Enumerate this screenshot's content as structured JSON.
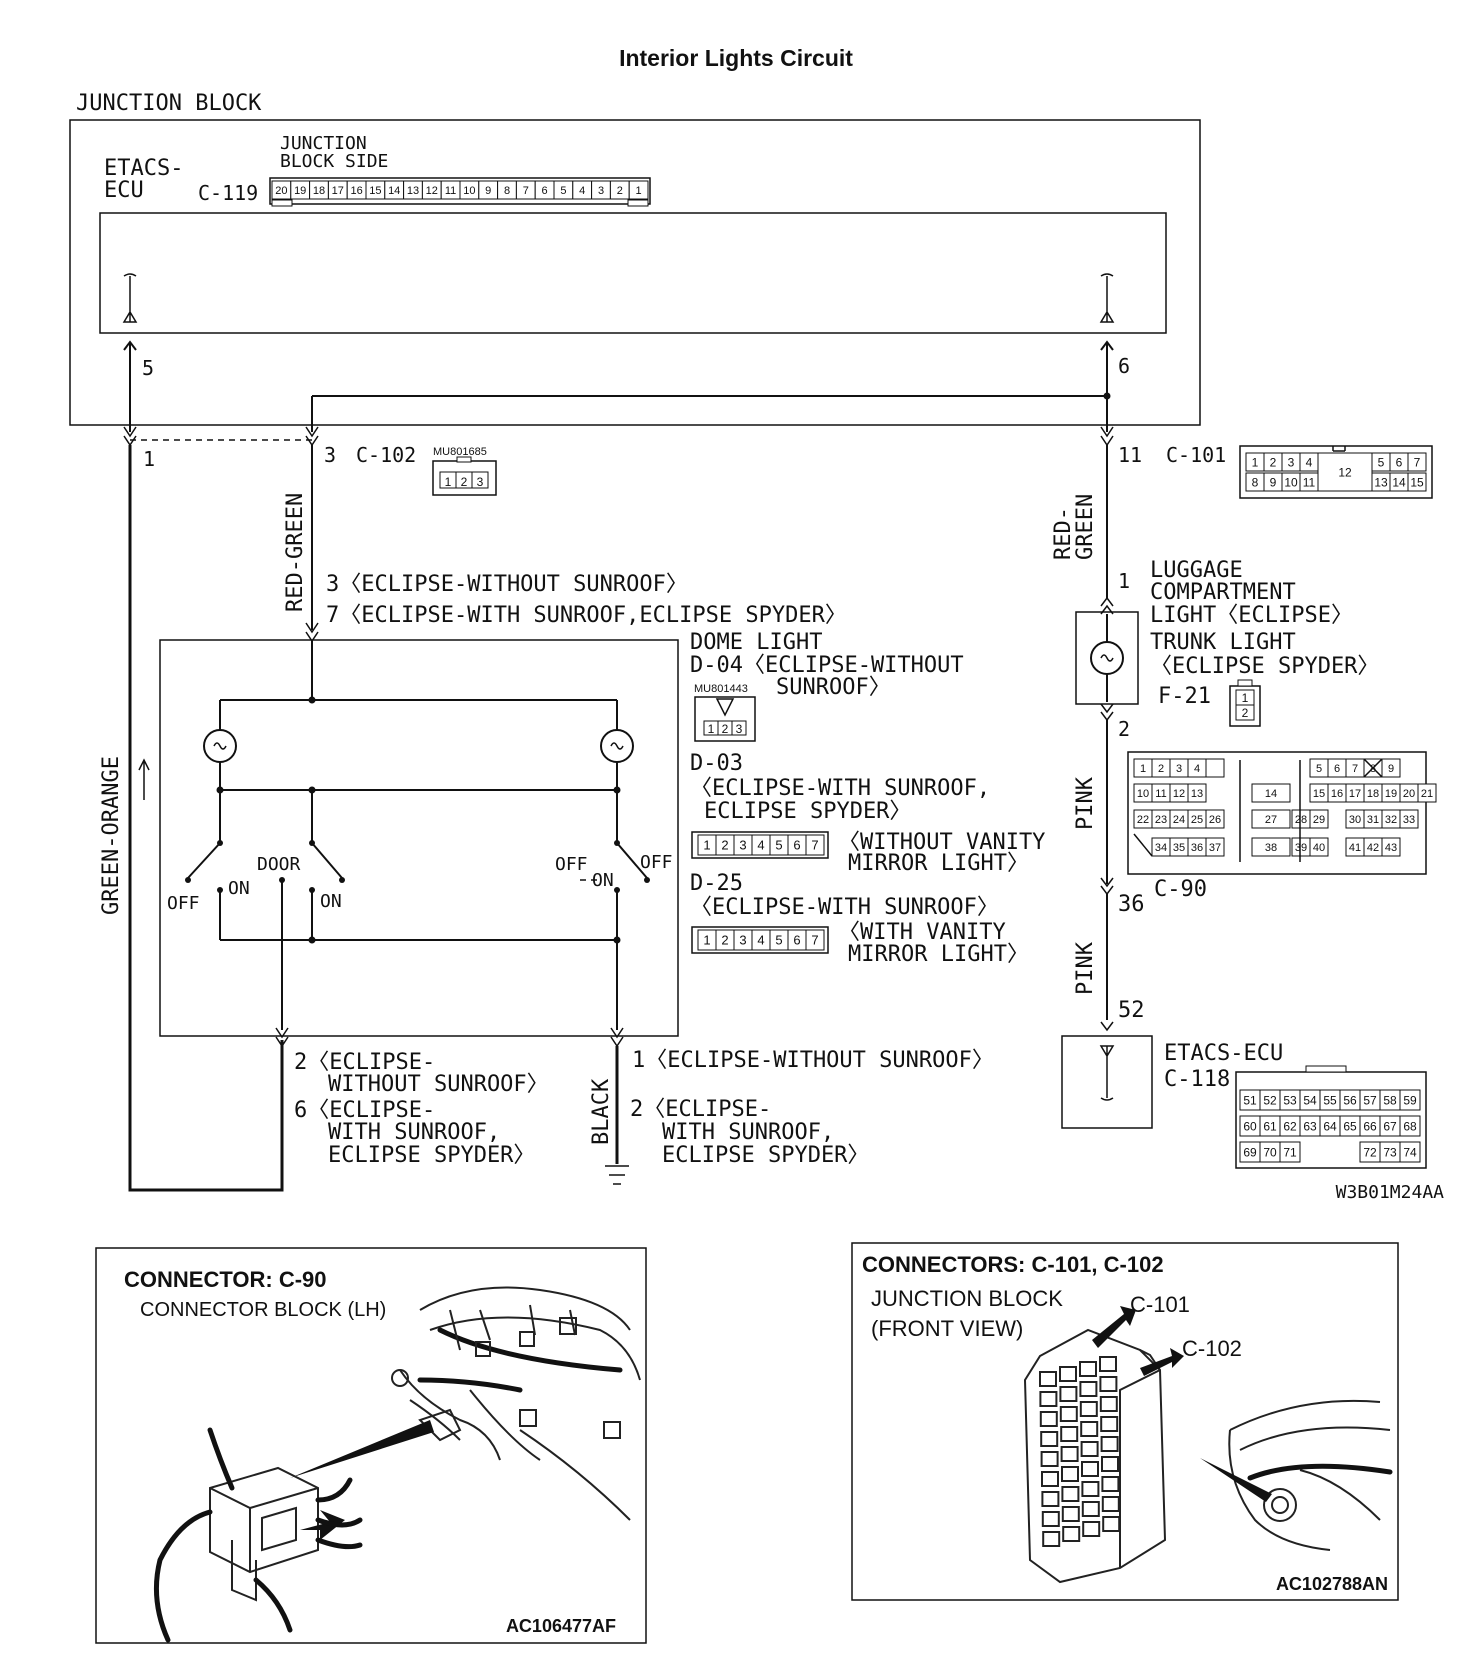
{
  "title": "Interior Lights Circuit",
  "junction_block": {
    "label": "JUNCTION BLOCK",
    "side_label_1": "JUNCTION",
    "side_label_2": "BLOCK SIDE",
    "ecu_label_1": "ETACS-",
    "ecu_label_2": "ECU",
    "connector": "C-119",
    "pins": [
      "20",
      "19",
      "18",
      "17",
      "16",
      "15",
      "14",
      "13",
      "12",
      "11",
      "10",
      "9",
      "8",
      "7",
      "6",
      "5",
      "4",
      "3",
      "2",
      "1"
    ],
    "terminal_left": "5",
    "terminal_right": "6"
  },
  "c102": {
    "connector": "C-102",
    "pin_3": "3",
    "pin_1": "1",
    "part": "MU801685",
    "pins": [
      "1",
      "2",
      "3"
    ]
  },
  "c101": {
    "connector": "C-101",
    "pin": "11",
    "pins_top": [
      "1",
      "2",
      "3",
      "4",
      "5",
      "6",
      "7"
    ],
    "pins_bottom": [
      "8",
      "9",
      "10",
      "11",
      "13",
      "14",
      "15"
    ],
    "pin_center": "12"
  },
  "wires": {
    "red_green_left": "RED-GREEN",
    "red_green_right_1": "RED-",
    "red_green_right_2": "GREEN",
    "green_orange": "GREEN-ORANGE",
    "pink_upper": "PINK",
    "pink_lower": "PINK",
    "black": "BLACK"
  },
  "dome_light": {
    "input_note_1": "3〈ECLIPSE-WITHOUT SUNROOF〉",
    "input_note_2": "7〈ECLIPSE-WITH SUNROOF,ECLIPSE SPYDER〉",
    "title": "DOME LIGHT",
    "d04_1": "D-04〈ECLIPSE-WITHOUT",
    "d04_2": "SUNROOF〉",
    "d04_part": "MU801443",
    "d04_pins": [
      "1",
      "2",
      "3"
    ],
    "d03_1": "D-03",
    "d03_2": "〈ECLIPSE-WITH SUNROOF,",
    "d03_3": "ECLIPSE SPYDER〉",
    "d03_pins": [
      "1",
      "2",
      "3",
      "4",
      "5",
      "6",
      "7"
    ],
    "d03_note_1": "〈WITHOUT VANITY",
    "d03_note_2": "MIRROR LIGHT〉",
    "d25_1": "D-25",
    "d25_2": "〈ECLIPSE-WITH SUNROOF〉",
    "d25_pins": [
      "1",
      "2",
      "3",
      "4",
      "5",
      "6",
      "7"
    ],
    "d25_note_1": "〈WITH VANITY",
    "d25_note_2": "MIRROR LIGHT〉",
    "sw_left_off": "OFF",
    "sw_left_on": "ON",
    "sw_door": "DOOR",
    "sw_mid_on": "ON",
    "sw_right_off_l": "OFF",
    "sw_right_on": "ON",
    "sw_right_off_r": "OFF",
    "out_2_1": "2〈ECLIPSE-",
    "out_2_2": "WITHOUT SUNROOF〉",
    "out_6_1": "6〈ECLIPSE-",
    "out_6_2": "WITH SUNROOF,",
    "out_6_3": "ECLIPSE SPYDER〉",
    "gnd_1": "1〈ECLIPSE-WITHOUT SUNROOF〉",
    "gnd_2_1": "2〈ECLIPSE-",
    "gnd_2_2": "WITH SUNROOF,",
    "gnd_2_3": "ECLIPSE SPYDER〉"
  },
  "luggage": {
    "pin_1": "1",
    "pin_2": "2",
    "label_1": "LUGGAGE",
    "label_2": "COMPARTMENT",
    "label_3": "LIGHT〈ECLIPSE〉",
    "label_4": "TRUNK LIGHT",
    "label_5": "〈ECLIPSE SPYDER〉",
    "connector": "F-21",
    "pins": [
      "1",
      "2"
    ]
  },
  "c90": {
    "connector": "C-90",
    "pin": "36",
    "rows": [
      [
        "1",
        "2",
        "3",
        "4",
        "5",
        "6",
        "7",
        "8",
        "9"
      ],
      [
        "10",
        "11",
        "12",
        "13",
        "14",
        "15",
        "16",
        "17",
        "18",
        "19",
        "20",
        "21"
      ],
      [
        "22",
        "23",
        "24",
        "25",
        "26",
        "27",
        "28",
        "29",
        "30",
        "31",
        "32",
        "33"
      ],
      [
        "34",
        "35",
        "36",
        "37",
        "38",
        "39",
        "40",
        "41",
        "42",
        "43"
      ]
    ]
  },
  "etacs_c118": {
    "pin": "52",
    "label": "ETACS-ECU",
    "connector": "C-118",
    "row_1": [
      "51",
      "52",
      "53",
      "54",
      "55",
      "56",
      "57",
      "58",
      "59"
    ],
    "row_2": [
      "60",
      "61",
      "62",
      "63",
      "64",
      "65",
      "66",
      "67",
      "68"
    ],
    "row_3a": [
      "69",
      "70",
      "71"
    ],
    "row_3b": [
      "72",
      "73",
      "74"
    ]
  },
  "figure_code": "W3B01M24AA",
  "panel_left": {
    "title": "CONNECTOR: C-90",
    "subtitle": "CONNECTOR BLOCK (LH)",
    "code": "AC106477AF"
  },
  "panel_right": {
    "title": "CONNECTORS: C-101, C-102",
    "subtitle_1": "JUNCTION BLOCK",
    "subtitle_2": "(FRONT VIEW)",
    "callout_1": "C-101",
    "callout_2": "C-102",
    "code": "AC102788AN"
  }
}
